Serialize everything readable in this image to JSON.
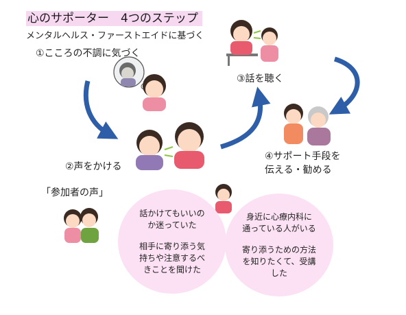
{
  "header": {
    "title": "心のサポーター　4つのステップ",
    "subtitle": "メンタルヘルス・ファーストエイドに基づく"
  },
  "steps": [
    {
      "label": "①こころの不調に気づく"
    },
    {
      "label": "②声をかける"
    },
    {
      "label": "③話を聴く"
    },
    {
      "label": "④サポート手段を\n伝える・勧める"
    }
  ],
  "voices": {
    "heading": "「参加者の声」",
    "bubbles": [
      {
        "lines": [
          "話かけてもいいの\nか迷っていた",
          "相手に寄り添う気\n持ちや注意するべ\nきことを聞けた"
        ]
      },
      {
        "lines": [
          "身近に心療内科に\n通っている人がいる",
          "寄り添うための方法\nを知りたくて、受講\nした"
        ]
      }
    ]
  },
  "colors": {
    "title_bg": "#f7d8f1",
    "bubble_bg": "#fce1f4",
    "arrow": "#2e5ea8"
  }
}
